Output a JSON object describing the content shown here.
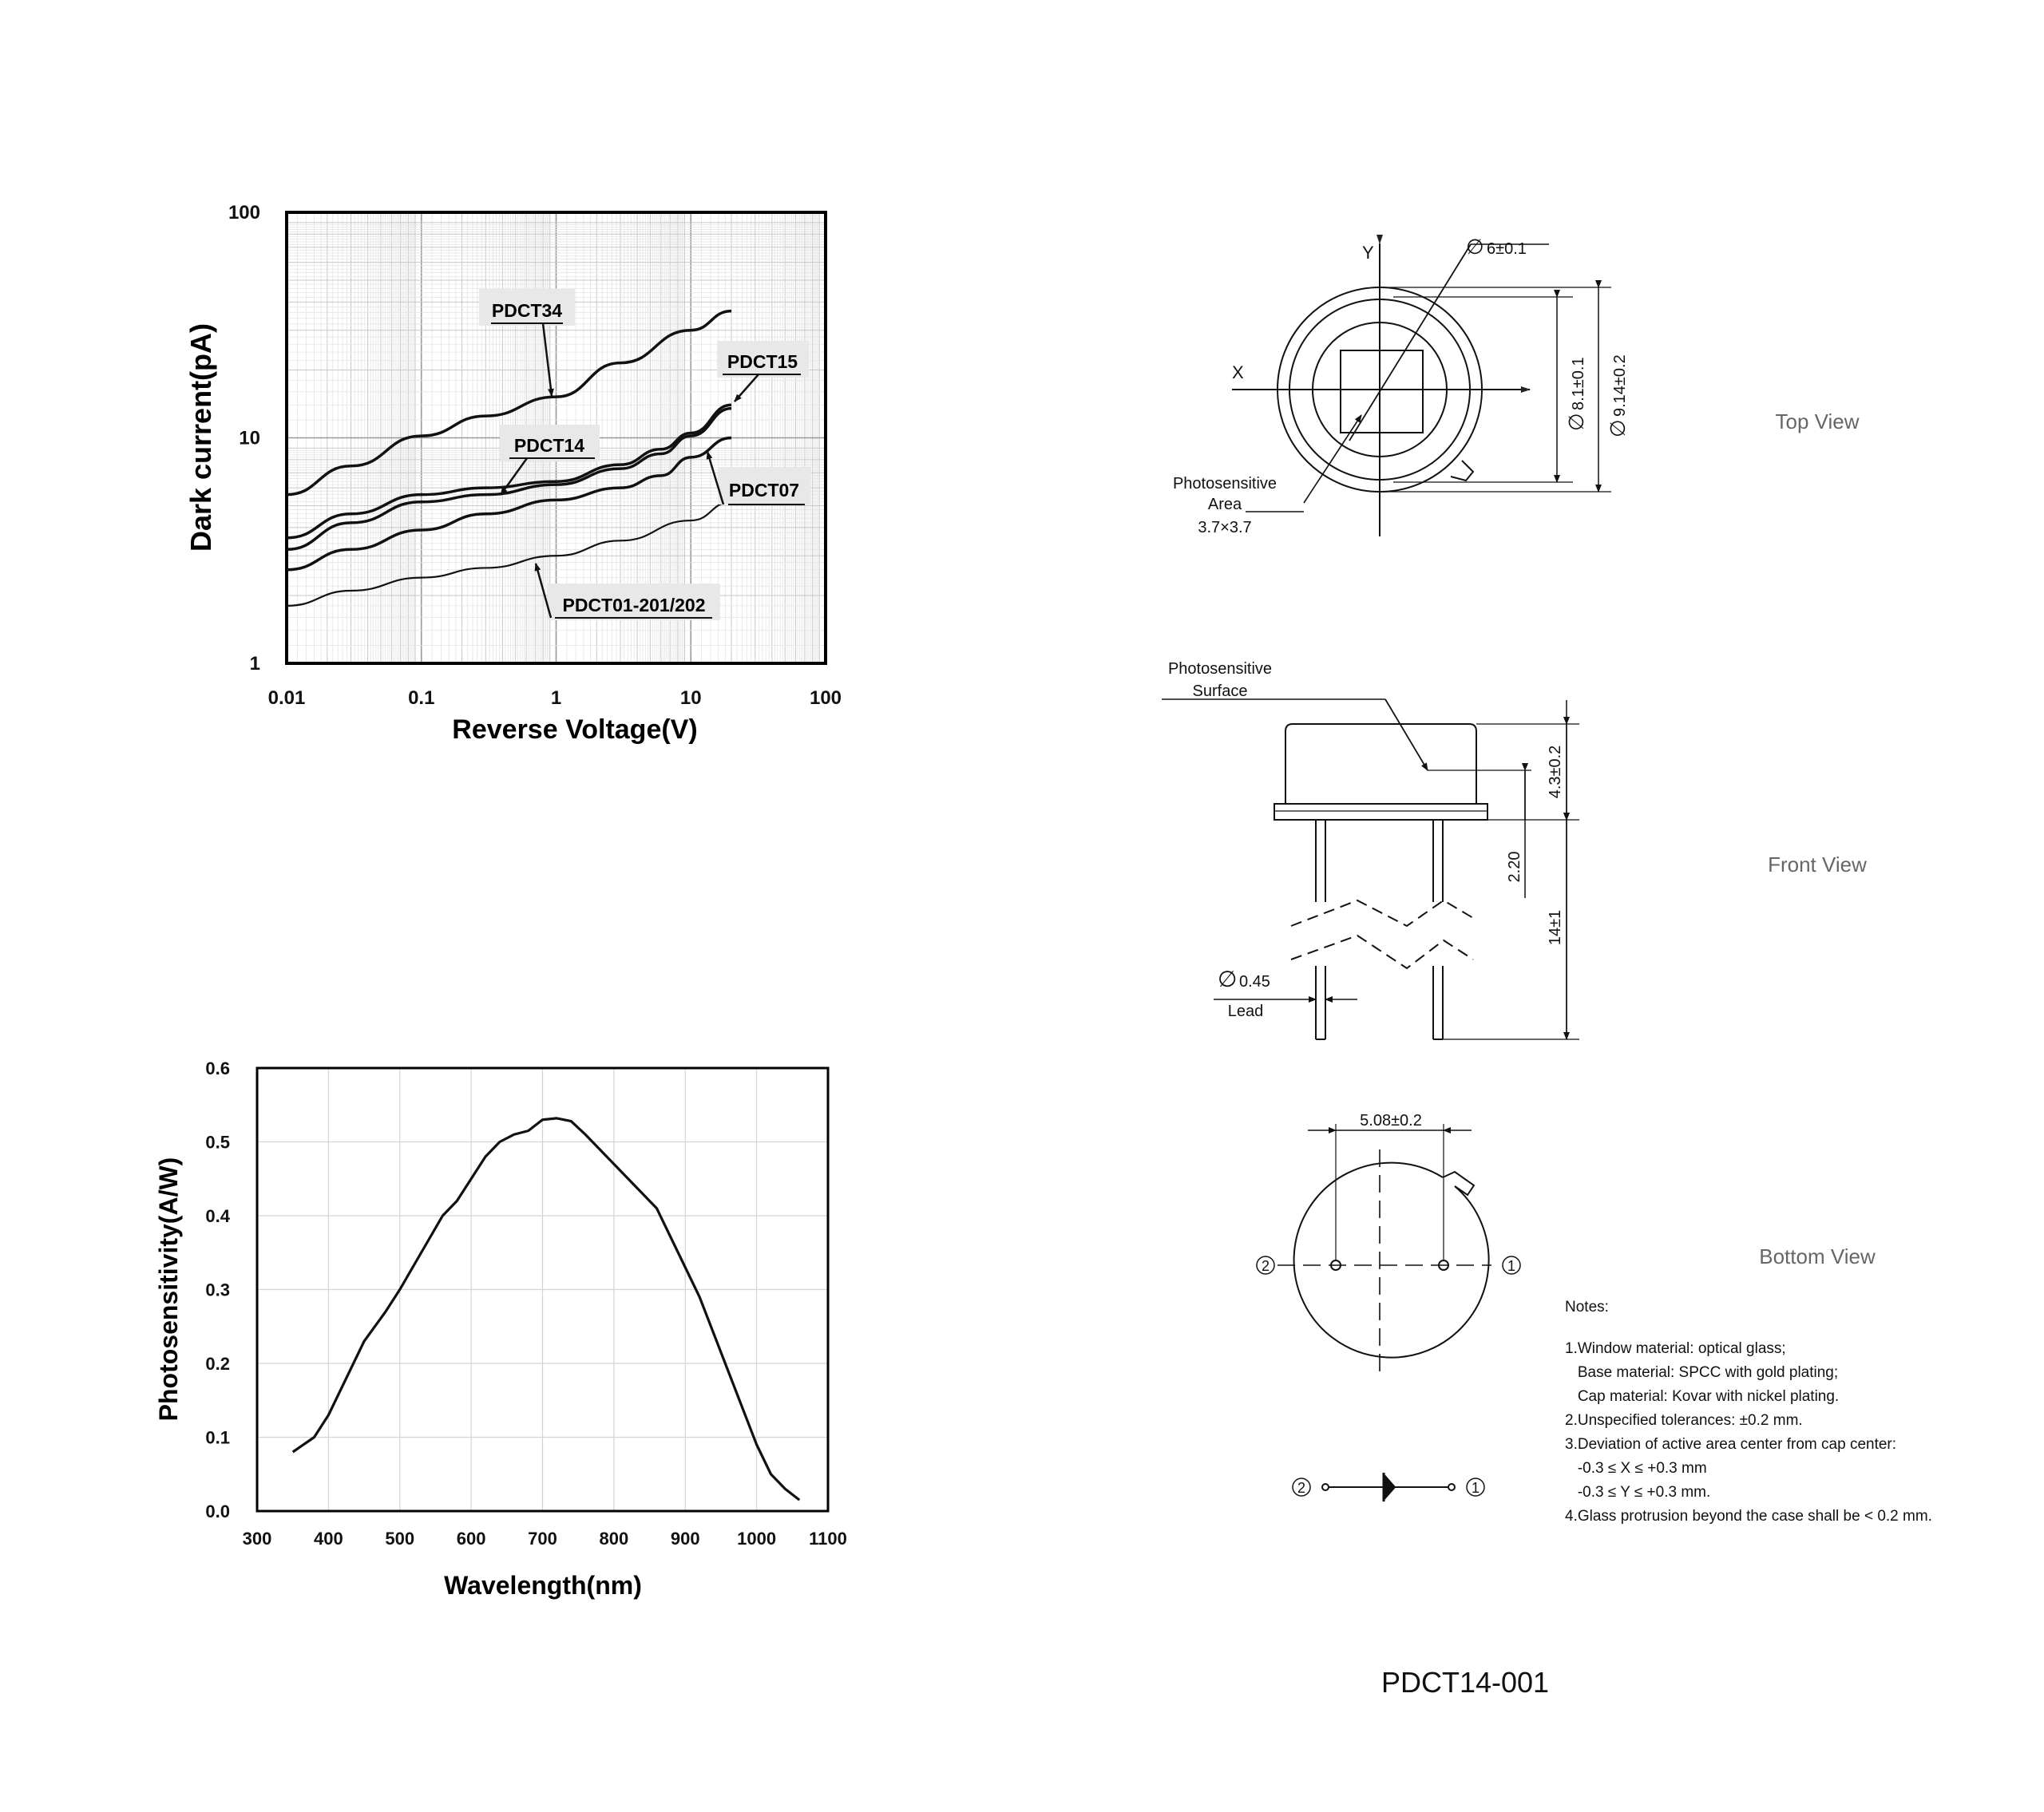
{
  "chart_data": [
    {
      "type": "line",
      "xscale": "log",
      "yscale": "log",
      "xlabel": "Reverse Voltage(V)",
      "ylabel": "Dark current(pA)",
      "xlim": [
        0.01,
        100
      ],
      "ylim": [
        1,
        100
      ],
      "xticks": [
        "0.01",
        "0.1",
        "1",
        "10",
        "100"
      ],
      "yticks": [
        "1",
        "10",
        "100"
      ],
      "grid": true,
      "series": [
        {
          "name": "PDCT34",
          "x": [
            0.01,
            0.03,
            0.1,
            0.3,
            1,
            3,
            10,
            20
          ],
          "y": [
            5.6,
            7.5,
            10.2,
            12.5,
            15.2,
            21.5,
            30.0,
            36.5
          ]
        },
        {
          "name": "PDCT15",
          "x": [
            0.01,
            0.03,
            0.1,
            0.3,
            1,
            3,
            6,
            10,
            20
          ],
          "y": [
            3.6,
            4.6,
            5.6,
            6.0,
            6.4,
            7.6,
            8.9,
            10.5,
            14.0
          ]
        },
        {
          "name": "PDCT14",
          "x": [
            0.01,
            0.03,
            0.1,
            0.3,
            1,
            3,
            6,
            10,
            20
          ],
          "y": [
            3.2,
            4.2,
            5.2,
            5.6,
            6.2,
            7.3,
            8.5,
            10.2,
            13.5
          ]
        },
        {
          "name": "PDCT07",
          "x": [
            0.01,
            0.03,
            0.1,
            0.3,
            1,
            3,
            6,
            10,
            20
          ],
          "y": [
            2.6,
            3.2,
            3.9,
            4.6,
            5.3,
            6.0,
            6.8,
            8.2,
            10.0
          ]
        },
        {
          "name": "PDCT01-201/202",
          "x": [
            0.01,
            0.03,
            0.1,
            0.3,
            1,
            3,
            10,
            20
          ],
          "y": [
            1.8,
            2.1,
            2.4,
            2.65,
            3.0,
            3.5,
            4.3,
            5.2
          ]
        }
      ]
    },
    {
      "type": "line",
      "xlabel": "Wavelength(nm)",
      "ylabel": "Photosensitivity(A/W)",
      "xlim": [
        300,
        1100
      ],
      "ylim": [
        0.0,
        0.6
      ],
      "xticks": [
        "300",
        "400",
        "500",
        "600",
        "700",
        "800",
        "900",
        "1000",
        "1100"
      ],
      "yticks": [
        "0.0",
        "0.1",
        "0.2",
        "0.3",
        "0.4",
        "0.5",
        "0.6"
      ],
      "grid": true,
      "series": [
        {
          "name": "",
          "x": [
            350,
            380,
            400,
            420,
            450,
            480,
            500,
            530,
            560,
            580,
            600,
            620,
            640,
            660,
            680,
            700,
            720,
            740,
            760,
            780,
            800,
            830,
            860,
            880,
            900,
            920,
            940,
            960,
            980,
            1000,
            1020,
            1040,
            1060
          ],
          "y": [
            0.08,
            0.1,
            0.13,
            0.17,
            0.23,
            0.27,
            0.3,
            0.35,
            0.4,
            0.42,
            0.45,
            0.48,
            0.5,
            0.51,
            0.515,
            0.53,
            0.532,
            0.528,
            0.51,
            0.49,
            0.47,
            0.44,
            0.41,
            0.37,
            0.33,
            0.29,
            0.24,
            0.19,
            0.14,
            0.09,
            0.05,
            0.03,
            0.015
          ]
        }
      ]
    }
  ],
  "drawing": {
    "views": {
      "top": "Top View",
      "front": "Front View",
      "bottom": "Bottom View"
    },
    "top": {
      "axis_y": "Y",
      "axis_x": "X",
      "dim_window": "6±0.1",
      "dim_cap": "8.1±0.1",
      "dim_base": "9.14±0.2",
      "area_label_1": "Photosensitive",
      "area_label_2": "Area",
      "area_value": "3.7×3.7"
    },
    "front": {
      "surface_label_1": "Photosensitive",
      "surface_label_2": "Surface",
      "dim_height": "4.3±0.2",
      "dim_surface": "2.20",
      "dim_lead_len": "14±1",
      "dim_lead_dia": "0.45",
      "lead_label": "Lead"
    },
    "bottom": {
      "dim_pitch": "5.08±0.2",
      "pin2": "2",
      "pin1": "1"
    },
    "symbol": {
      "pin2": "2",
      "pin1": "1"
    },
    "phi": "∅"
  },
  "notes": {
    "heading": "Notes:",
    "lines": [
      "1.Window material: optical glass;",
      "   Base material: SPCC with gold plating;",
      "   Cap material: Kovar with nickel plating.",
      "2.Unspecified tolerances: ±0.2 mm.",
      "3.Deviation of active area center from cap center:",
      "   -0.3 ≤ X ≤ +0.3 mm",
      "   -0.3 ≤ Y ≤ +0.3 mm.",
      "4.Glass protrusion beyond the case shall be < 0.2 mm."
    ]
  },
  "part_number": "PDCT14-001"
}
